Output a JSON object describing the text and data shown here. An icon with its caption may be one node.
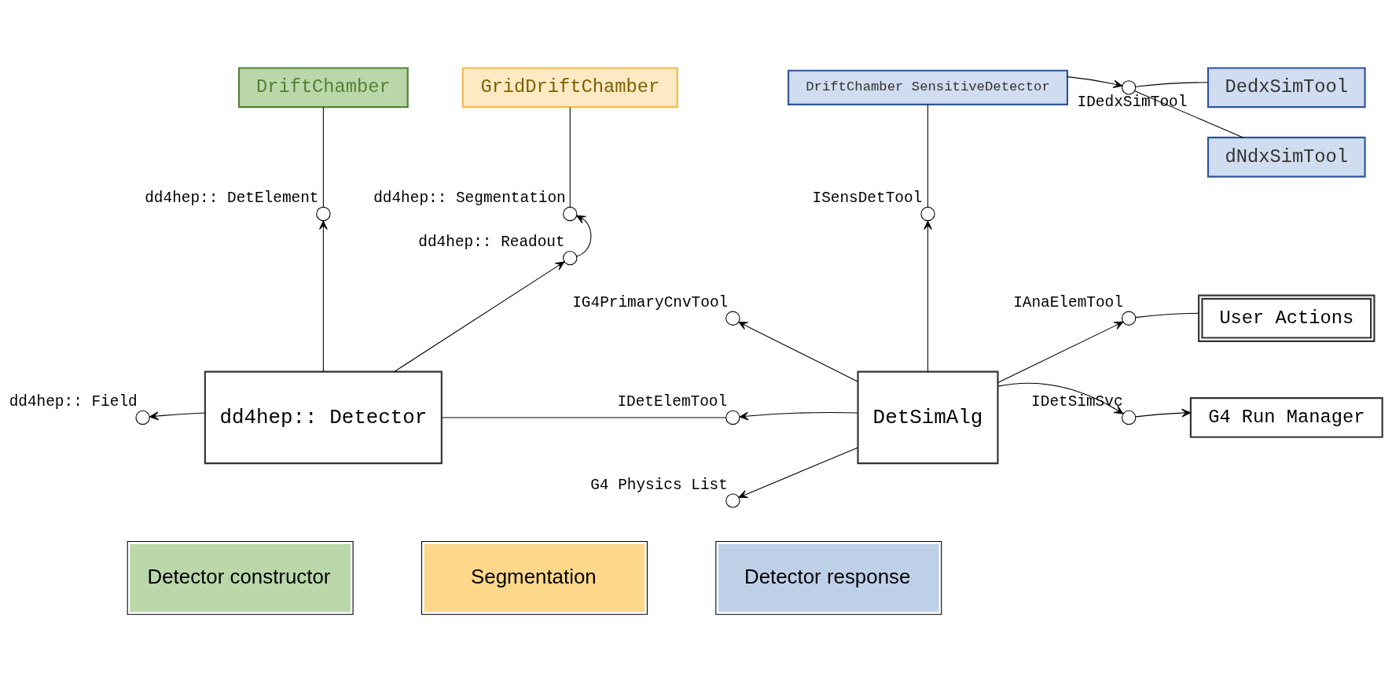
{
  "diagram": {
    "nodes": [
      {
        "text": [
          "DriftChamber"
        ]
      },
      {
        "text": [
          "GridDriftChamber"
        ]
      },
      {
        "text": [
          "DriftChamber SensitiveDetector"
        ]
      },
      {
        "text": [
          "DedxSimTool"
        ]
      },
      {
        "text": [
          "dNdxSimTool"
        ]
      },
      {
        "text": [],
        "shape": "circle",
        "beside": [
          "dd4hep:: DetElement"
        ]
      },
      {
        "text": [],
        "shape": "circle",
        "beside": [
          "dd4hep:: Segmentation"
        ]
      },
      {
        "text": [],
        "shape": "circle",
        "beside": [
          "ISensDetTool"
        ]
      },
      {
        "text": [],
        "shape": "circle",
        "beside": [
          "IDedxSimTool"
        ]
      },
      {
        "text": [],
        "shape": "circle",
        "beside": [
          "dd4hep:: Readout"
        ]
      },
      {
        "text": [],
        "shape": "circle",
        "beside": [
          "IG4PrimaryCnvTool"
        ]
      },
      {
        "text": [
          "User Actions"
        ]
      },
      {
        "text": [],
        "shape": "circle",
        "beside": [
          "IAnaElemTool"
        ]
      },
      {
        "text": [],
        "shape": "circle",
        "beside": [
          "dd4hep:: Field"
        ]
      },
      {
        "text": [
          "dd4hep:: Detector"
        ]
      },
      {
        "text": [],
        "shape": "circle",
        "beside": [
          "IDetElemTool"
        ]
      },
      {
        "text": [
          "DetSimAlg"
        ]
      },
      {
        "text": [
          "G4 Run Manager"
        ]
      },
      {
        "text": [],
        "shape": "circle",
        "beside": [
          "IDetSimSvc"
        ]
      },
      {
        "text": [],
        "shape": "circle",
        "beside": [
          "G4 Physics List"
        ]
      }
    ],
    "edges": [
      {
        "from": 0,
        "to": 5,
        "arrow": "none"
      },
      {
        "from": 14,
        "to": 5,
        "arrow": "to"
      },
      {
        "from": 14,
        "to": 9,
        "arrow": "to"
      },
      {
        "from": 9,
        "to": 6,
        "arrow": "to"
      },
      {
        "from": 1,
        "to": 6,
        "arrow": "none"
      },
      {
        "from": 16,
        "to": 7,
        "arrow": "to"
      },
      {
        "from": 2,
        "to": 7,
        "arrow": "none"
      },
      {
        "from": 2,
        "to": 8,
        "arrow": "to"
      },
      {
        "from": 8,
        "to": 3,
        "arrow": "none"
      },
      {
        "from": 8,
        "to": 4,
        "arrow": "none"
      },
      {
        "from": 16,
        "to": 10,
        "arrow": "to"
      },
      {
        "from": 16,
        "to": 15,
        "arrow": "to"
      },
      {
        "from": 14,
        "to": 15,
        "arrow": "none"
      },
      {
        "from": 14,
        "to": 13,
        "arrow": "to"
      },
      {
        "from": 16,
        "to": 19,
        "arrow": "to"
      },
      {
        "from": 16,
        "to": 12,
        "arrow": "to"
      },
      {
        "from": 12,
        "to": 11,
        "arrow": "none"
      },
      {
        "from": 16,
        "to": 18,
        "arrow": "to"
      },
      {
        "from": 18,
        "to": 17,
        "arrow": "to"
      }
    ],
    "legend": [
      {
        "text": "Detector constructor",
        "color": "#b9d7a8"
      },
      {
        "text": "Segmentation",
        "color": "#fdd88a"
      },
      {
        "text": "Detector response",
        "color": "#bed0e8"
      }
    ]
  }
}
